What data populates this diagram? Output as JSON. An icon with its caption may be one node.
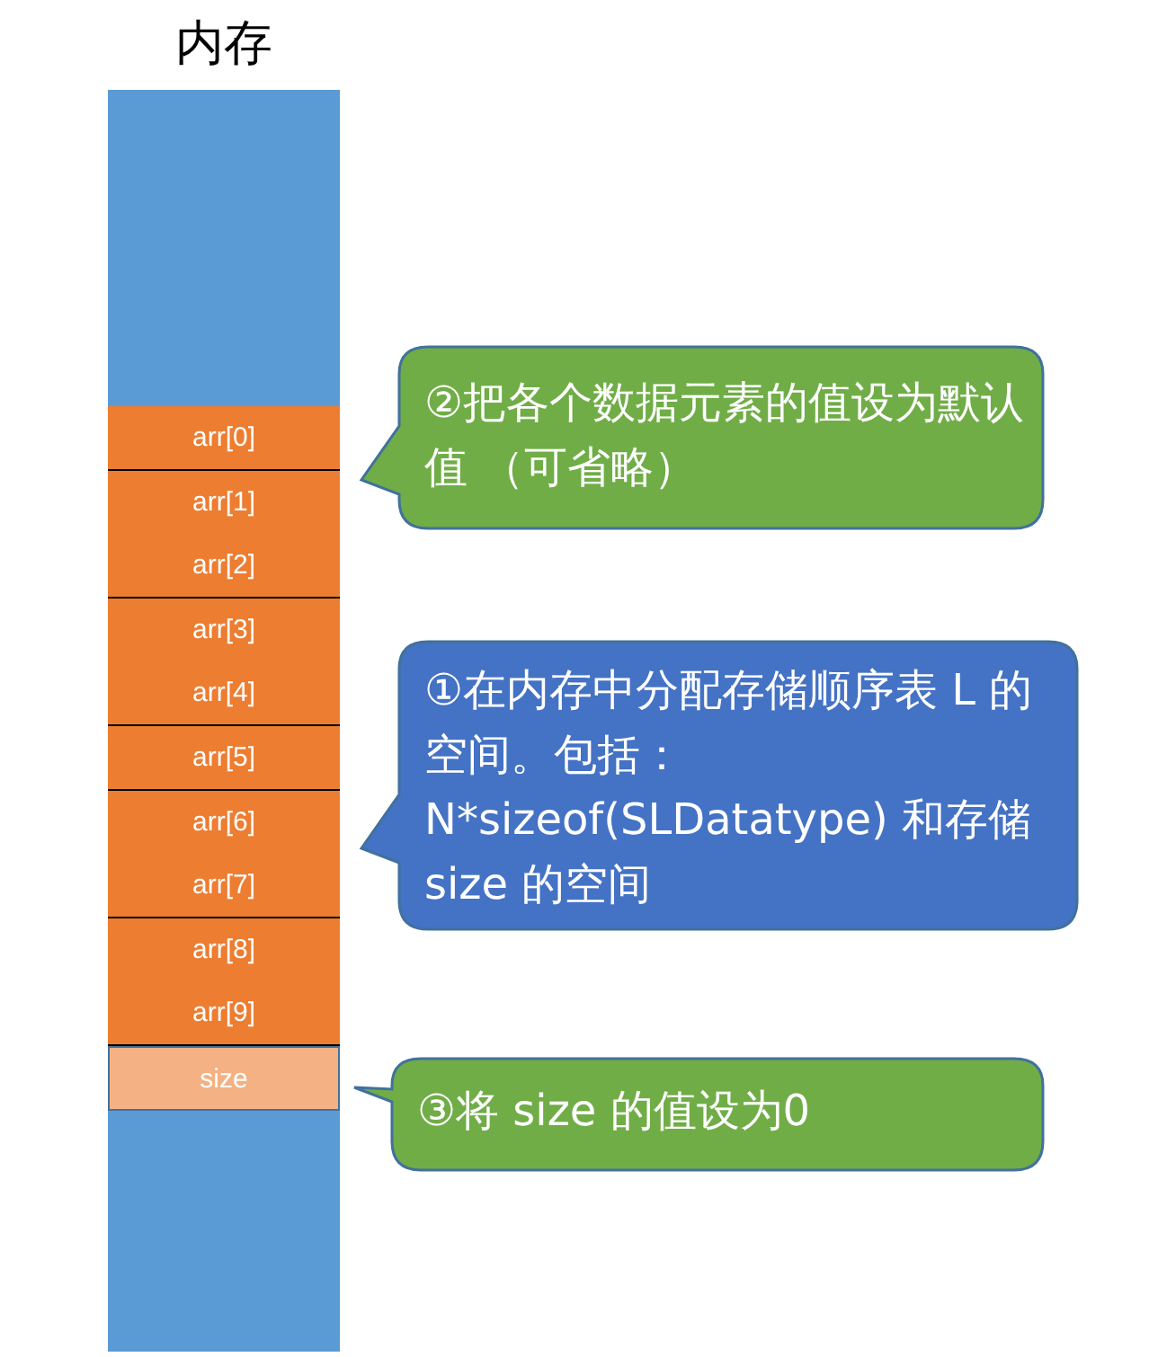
{
  "diagram": {
    "nodes": [
      {
        "text": [
          "内存"
        ]
      },
      {
        "text": [
          "arr[0]"
        ],
        "in": 0
      },
      {
        "text": [
          "arr[1]"
        ],
        "in": 0
      },
      {
        "text": [
          "arr[2]"
        ],
        "in": 0
      },
      {
        "text": [
          "arr[3]"
        ],
        "in": 0
      },
      {
        "text": [
          "arr[4]"
        ],
        "in": 0
      },
      {
        "text": [
          "arr[5]"
        ],
        "in": 0
      },
      {
        "text": [
          "arr[6]"
        ],
        "in": 0
      },
      {
        "text": [
          "arr[7]"
        ],
        "in": 0
      },
      {
        "text": [
          "arr[8]"
        ],
        "in": 0
      },
      {
        "text": [
          "arr[9]"
        ],
        "in": 0
      },
      {
        "text": [
          "size"
        ],
        "in": 0
      },
      {
        "text": [
          "②把各个数据元素的值设为默认值 （可省略）"
        ]
      },
      {
        "text": [
          "①在内存中分配存储顺序表 L 的空间。包括：N*sizeof(SLDatatype) 和存储 size 的空间"
        ]
      },
      {
        "text": [
          "③将 size 的值设为0"
        ]
      }
    ]
  }
}
